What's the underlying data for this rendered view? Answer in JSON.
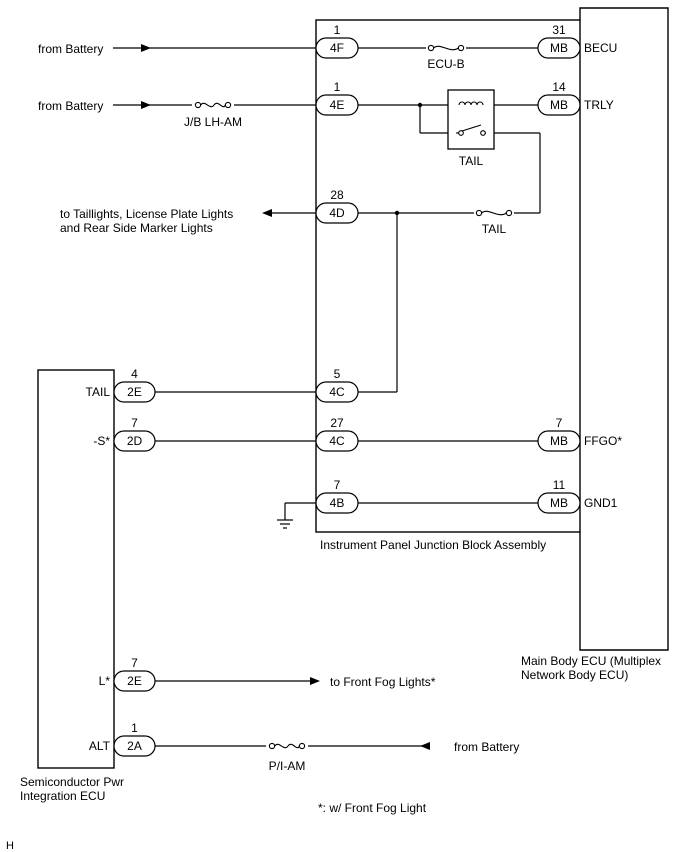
{
  "blocks": {
    "ij": "Instrument Panel Junction Block Assembly",
    "main_ecu_1": "Main Body ECU (Multiplex",
    "main_ecu_2": "Network Body ECU)",
    "semi_1": "Semiconductor Pwr",
    "semi_2": "Integration ECU"
  },
  "labels": {
    "from_battery_1": "from Battery",
    "from_battery_2": "from Battery",
    "from_battery_3": "from Battery",
    "to_tail_1": "to Taillights, License Plate Lights",
    "to_tail_2": "and Rear Side Marker Lights",
    "to_fog": "to Front Fog Lights*",
    "footnote": "*: w/ Front Fog Light",
    "corner": "H"
  },
  "fuses": {
    "ecu_b": "ECU-B",
    "jb_lh_am": "J/B LH-AM",
    "tail": "TAIL",
    "pi_am": "P/I-AM"
  },
  "relay": {
    "name": "TAIL"
  },
  "connectors": {
    "c4f": {
      "code": "4F",
      "pin": "1"
    },
    "c4e": {
      "code": "4E",
      "pin": "1"
    },
    "c4d": {
      "code": "4D",
      "pin": "28"
    },
    "c4c_5": {
      "code": "4C",
      "pin": "5"
    },
    "c4c_27": {
      "code": "4C",
      "pin": "27"
    },
    "c4b": {
      "code": "4B",
      "pin": "7"
    },
    "mb_31": {
      "code": "MB",
      "pin": "31",
      "signal": "BECU"
    },
    "mb_14": {
      "code": "MB",
      "pin": "14",
      "signal": "TRLY"
    },
    "mb_7": {
      "code": "MB",
      "pin": "7",
      "signal": "FFGO*"
    },
    "mb_11": {
      "code": "MB",
      "pin": "11",
      "signal": "GND1"
    },
    "c2e_4": {
      "code": "2E",
      "pin": "4",
      "signal": "TAIL"
    },
    "c2d_7": {
      "code": "2D",
      "pin": "7",
      "signal": "-S*"
    },
    "c2e_7": {
      "code": "2E",
      "pin": "7",
      "signal": "L*"
    },
    "c2a_1": {
      "code": "2A",
      "pin": "1",
      "signal": "ALT"
    }
  }
}
